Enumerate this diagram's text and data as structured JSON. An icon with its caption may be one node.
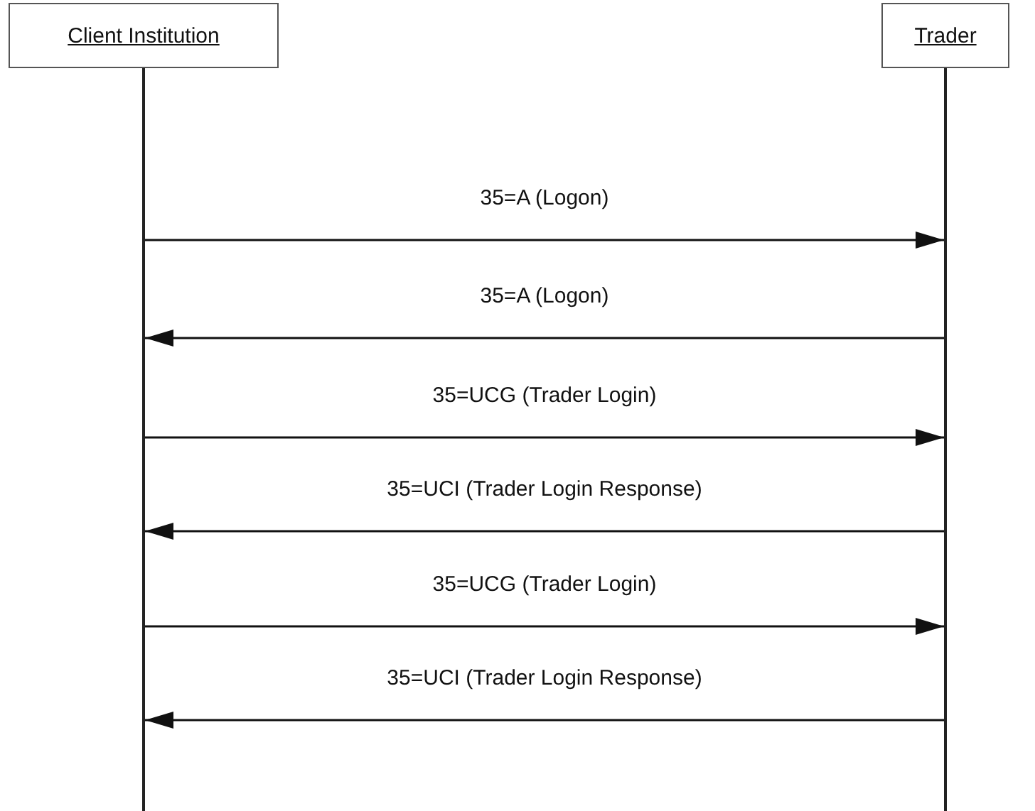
{
  "diagram": {
    "nodes": [
      {
        "text": [
          "Client Institution"
        ]
      },
      {
        "text": [
          "Trader"
        ]
      },
      {
        "text": [],
        "shape": "line"
      },
      {
        "text": [],
        "shape": "line"
      }
    ],
    "edges": [
      {
        "from": 2,
        "to": 3,
        "arrow": "to",
        "label": "35=A (Logon)"
      },
      {
        "from": 3,
        "to": 2,
        "arrow": "to",
        "label": "35=A (Logon)"
      },
      {
        "from": 2,
        "to": 3,
        "arrow": "to",
        "label": "35=UCG (Trader Login)"
      },
      {
        "from": 3,
        "to": 2,
        "arrow": "to",
        "label": "35=UCI (Trader Login Response)"
      },
      {
        "from": 2,
        "to": 3,
        "arrow": "to",
        "label": "35=UCG (Trader Login)"
      },
      {
        "from": 3,
        "to": 2,
        "arrow": "to",
        "label": "35=UCI (Trader Login Response)"
      }
    ]
  }
}
